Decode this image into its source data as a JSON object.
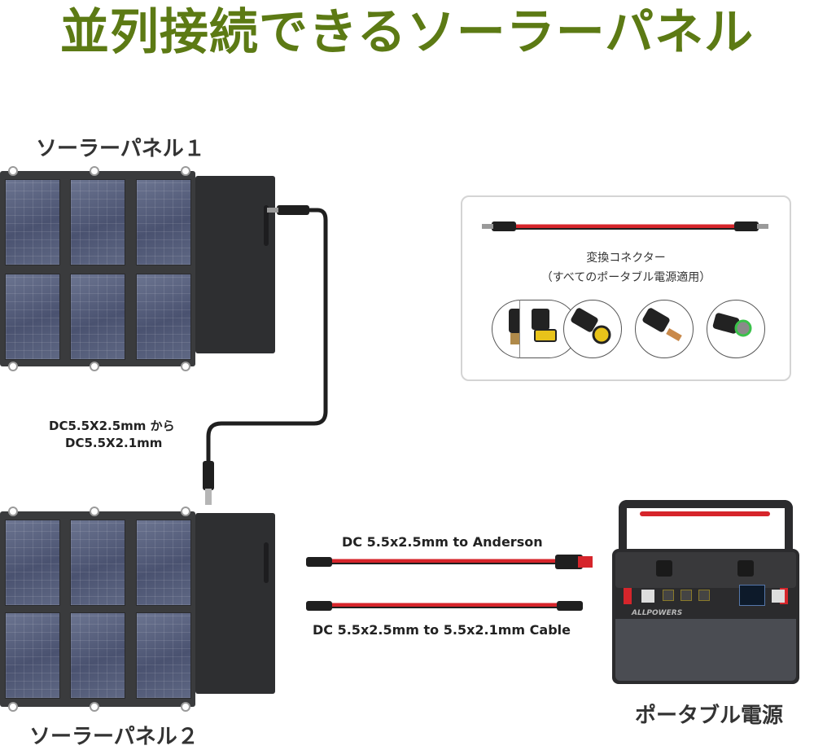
{
  "title": "並列接続できるソーラーパネル",
  "panel1": {
    "label": "ソーラーパネル１"
  },
  "panel2": {
    "label": "ソーラーパネル２"
  },
  "connector_note": {
    "line1": "DC5.5X2.5mm から",
    "line2": "DC5.5X2.1mm"
  },
  "cables": {
    "anderson": "DC 5.5x2.5mm to Anderson",
    "dc_cable": "DC 5.5x2.5mm to 5.5x2.1mm Cable"
  },
  "adapter_box": {
    "title": "変換コネクター",
    "subtitle": "（すべてのポータブル電源適用）",
    "tips": [
      "round-plug",
      "square-plug",
      "yellow-tip-plug",
      "copper-tip-plug",
      "green-ring-plug"
    ]
  },
  "power_station": {
    "label": "ポータブル電源",
    "brand": "ALLPOWERS"
  },
  "colors": {
    "title_green": "#5c7a14",
    "cable_red": "#d6252b",
    "panel_dark": "#3a3b3d"
  }
}
